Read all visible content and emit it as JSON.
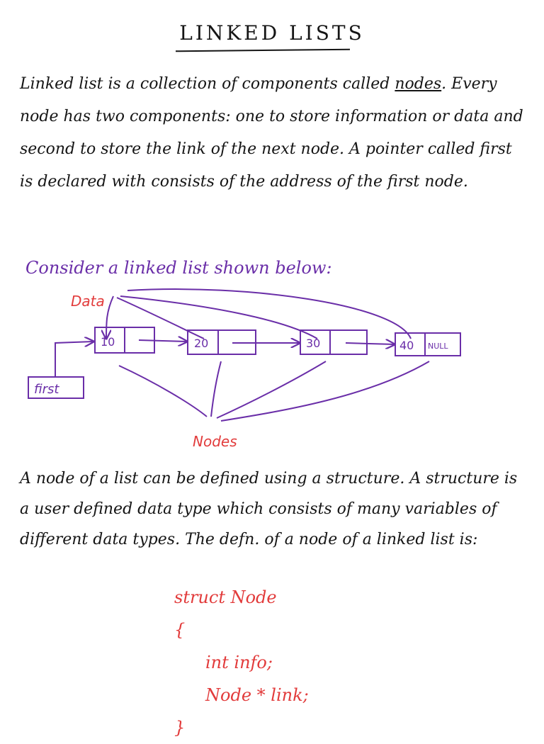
{
  "title": "LINKED LISTS",
  "paragraph1": {
    "before": "Linked list is a collection of components called ",
    "underlined": "nodes",
    "after": ". Every node has two components: one to store information or data and second to store the link of the next node. A pointer called first is declared with consists of the address of the first node."
  },
  "diagram": {
    "heading": "Consider a linked list shown below:",
    "data_label": "Data",
    "nodes_label": "Nodes",
    "pointer_label": "first",
    "nodes": [
      {
        "value": "10"
      },
      {
        "value": "20"
      },
      {
        "value": "30"
      },
      {
        "value": "40",
        "link": "NULL"
      }
    ],
    "colors": {
      "structure": "#6a2ea8",
      "labels": "#e23b3b"
    }
  },
  "paragraph2": "A node of a list can be defined using a structure. A structure is a user defined data type which consists of many variables of different data types. The defn. of a node of a linked list is:",
  "code": {
    "line1": "struct Node",
    "line2": "{",
    "line3": "int info;",
    "line4": "Node * link;",
    "line5": "}"
  }
}
